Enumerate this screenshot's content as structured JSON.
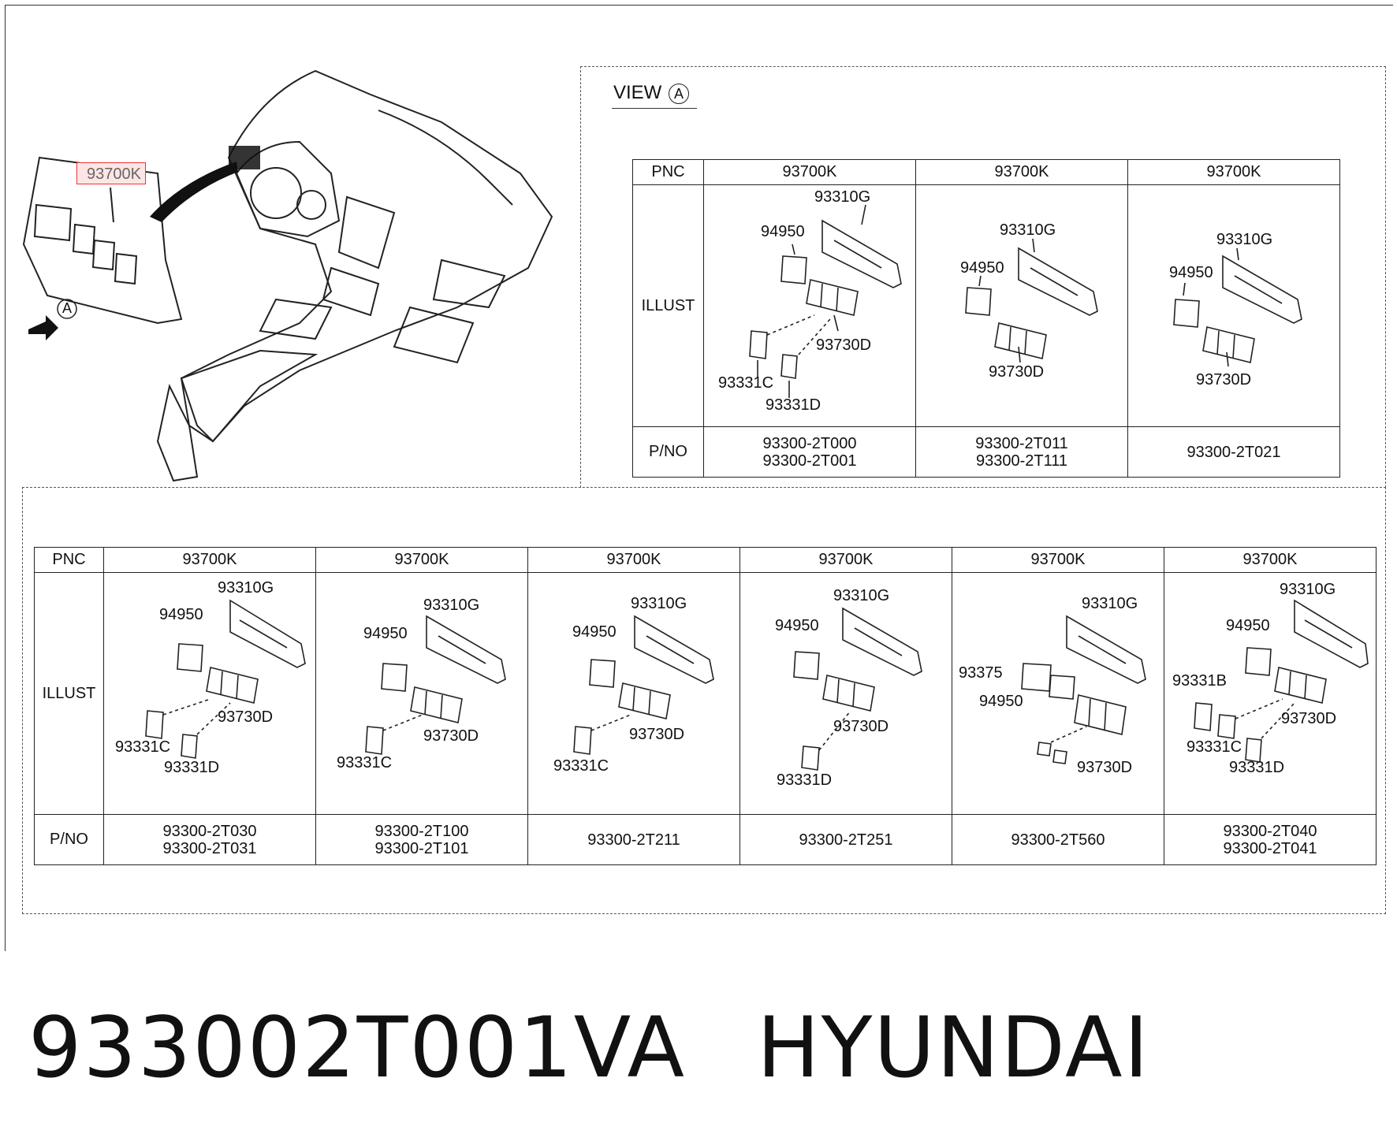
{
  "callout": {
    "label": "93700K",
    "view_marker": "A"
  },
  "view": {
    "title": "VIEW",
    "marker": "A"
  },
  "row_labels": {
    "pnc": "PNC",
    "illust": "ILLUST",
    "pno": "P/NO"
  },
  "top_table": [
    {
      "pnc": "93700K",
      "parts": [
        "93310G",
        "94950",
        "93730D",
        "93331C",
        "93331D"
      ],
      "pno": [
        "93300-2T000",
        "93300-2T001"
      ]
    },
    {
      "pnc": "93700K",
      "parts": [
        "93310G",
        "94950",
        "93730D"
      ],
      "pno": [
        "93300-2T011",
        "93300-2T111"
      ]
    },
    {
      "pnc": "93700K",
      "parts": [
        "93310G",
        "94950",
        "93730D"
      ],
      "pno": [
        "93300-2T021"
      ]
    }
  ],
  "bottom_table": [
    {
      "pnc": "93700K",
      "parts": [
        "93310G",
        "94950",
        "93730D",
        "93331C",
        "93331D"
      ],
      "pno": [
        "93300-2T030",
        "93300-2T031"
      ]
    },
    {
      "pnc": "93700K",
      "parts": [
        "93310G",
        "94950",
        "93730D",
        "93331C"
      ],
      "pno": [
        "93300-2T100",
        "93300-2T101"
      ]
    },
    {
      "pnc": "93700K",
      "parts": [
        "93310G",
        "94950",
        "93730D",
        "93331C"
      ],
      "pno": [
        "93300-2T211"
      ]
    },
    {
      "pnc": "93700K",
      "parts": [
        "93310G",
        "94950",
        "93730D",
        "93331D"
      ],
      "pno": [
        "93300-2T251"
      ]
    },
    {
      "pnc": "93700K",
      "parts": [
        "93310G",
        "93375",
        "94950",
        "93730D"
      ],
      "pno": [
        "93300-2T560"
      ]
    },
    {
      "pnc": "93700K",
      "parts": [
        "93310G",
        "94950",
        "93331B",
        "93730D",
        "93331C",
        "93331D"
      ],
      "pno": [
        "93300-2T040",
        "93300-2T041"
      ]
    }
  ],
  "footer": {
    "part_number": "933002T001VA",
    "brand": "HYUNDAI"
  }
}
